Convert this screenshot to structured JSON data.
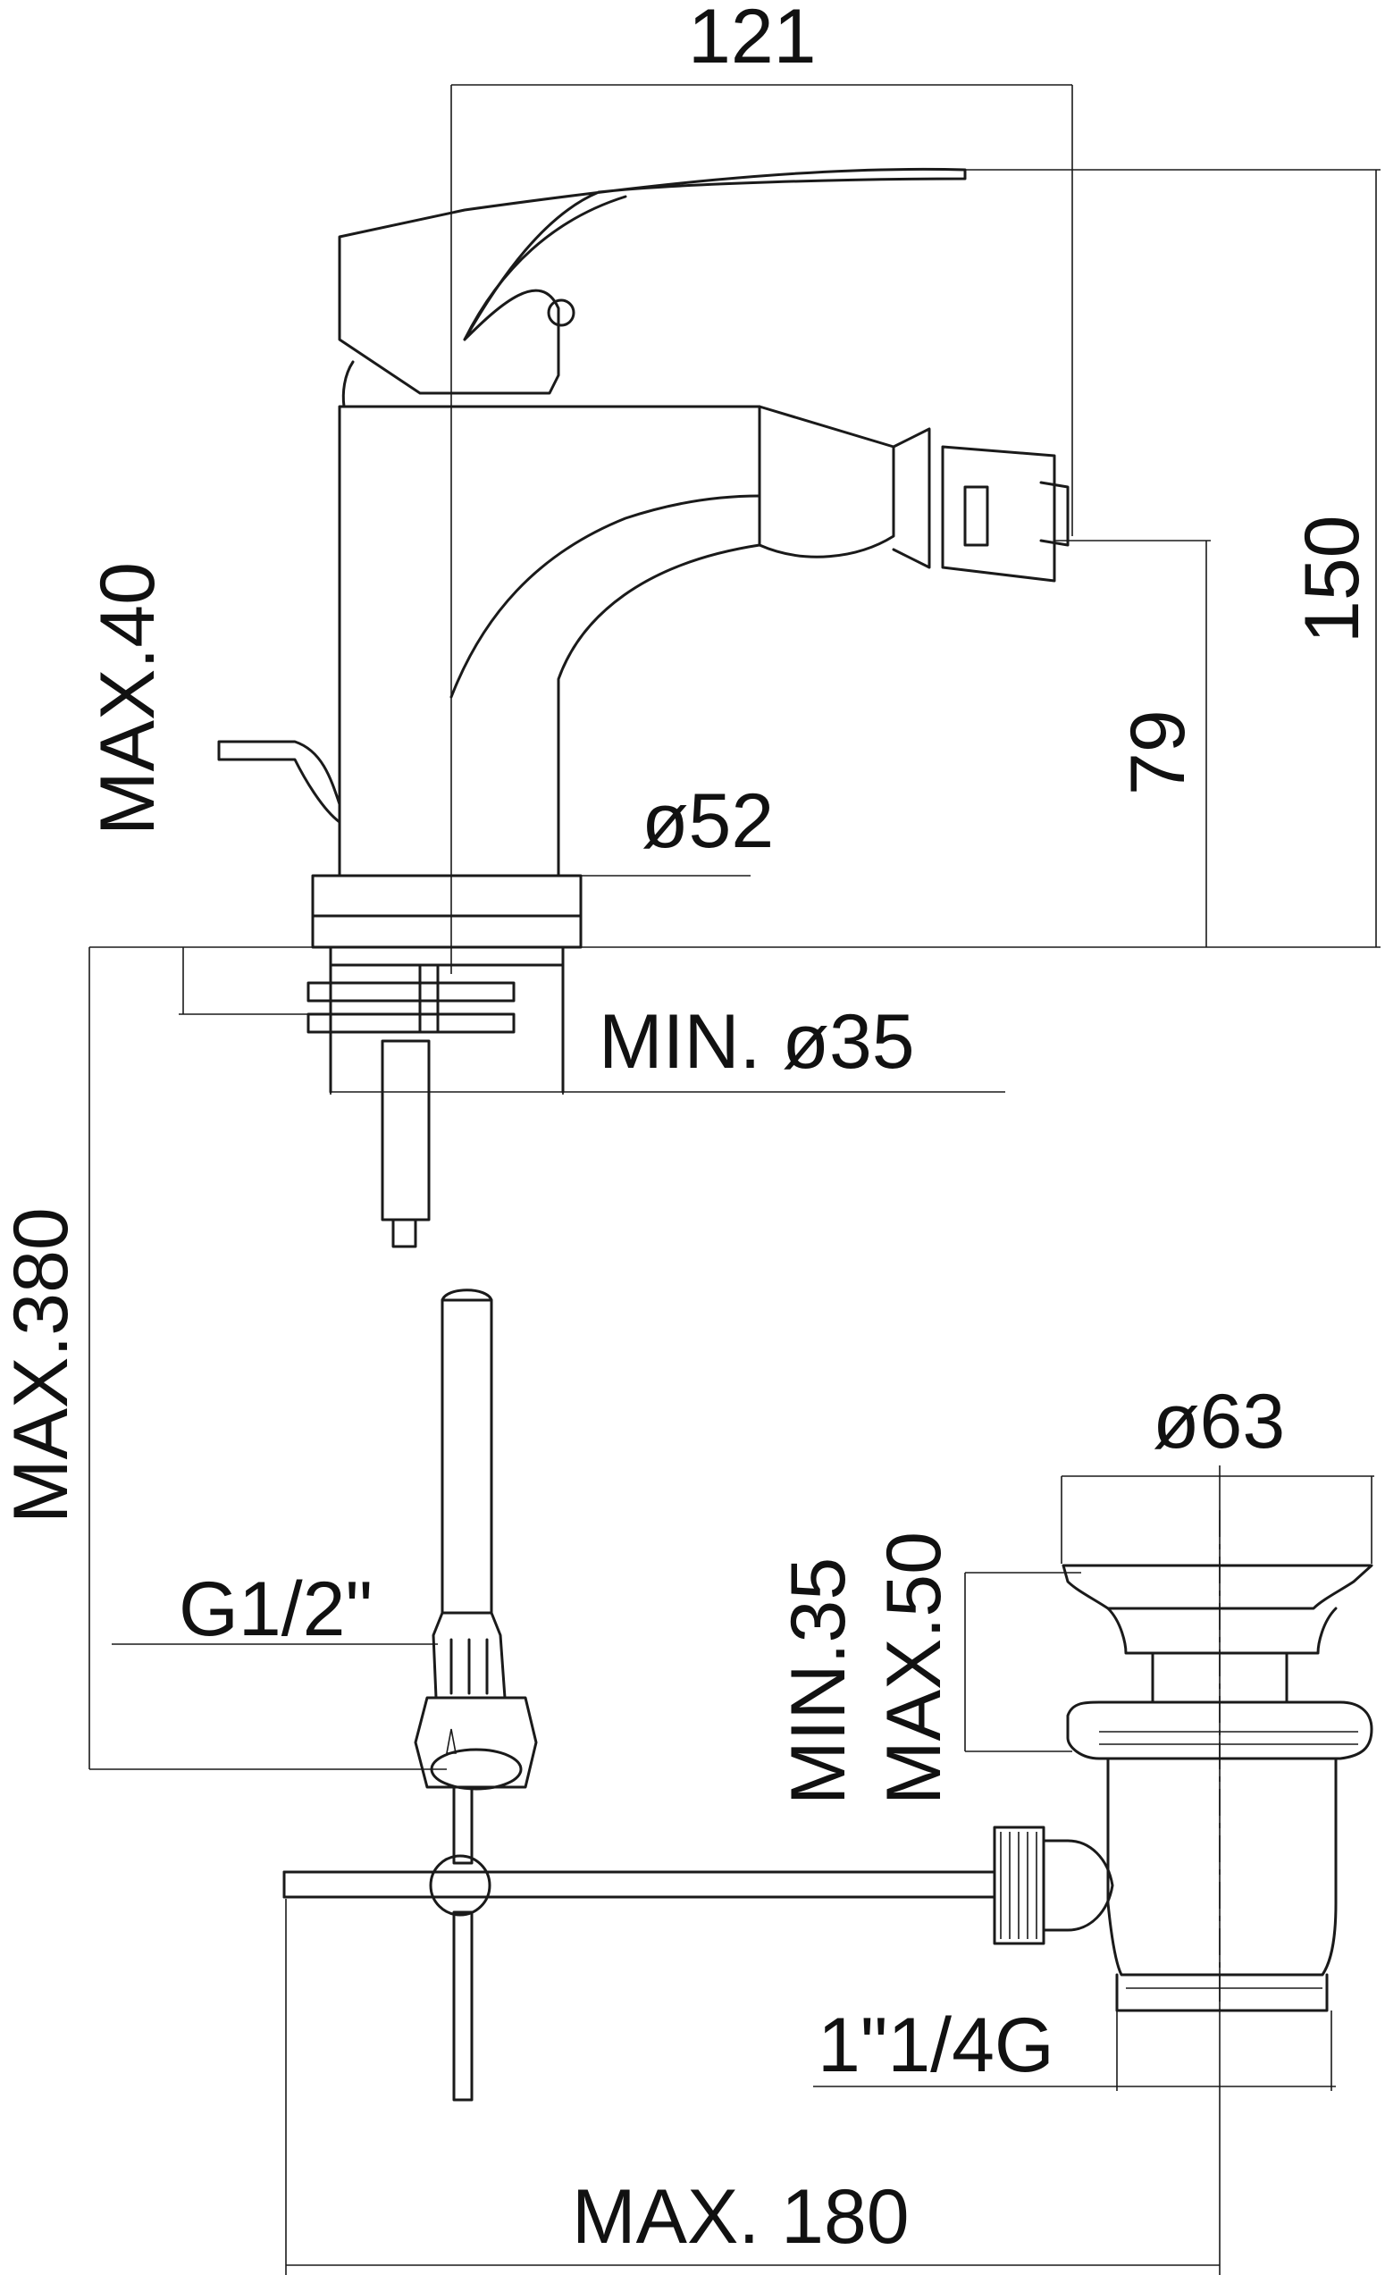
{
  "labels": {
    "width_121": "121",
    "height_150": "150",
    "spout_79": "79",
    "max40": "MAX.40",
    "dia52": "ø52",
    "min_dia35": "MIN. ø35",
    "max380": "MAX.380",
    "dia63": "ø63",
    "min35": "MIN.35",
    "max50": "MAX.50",
    "g12": "G1/2\"",
    "g114": "1\"1/4G",
    "max180": "MAX. 180"
  }
}
